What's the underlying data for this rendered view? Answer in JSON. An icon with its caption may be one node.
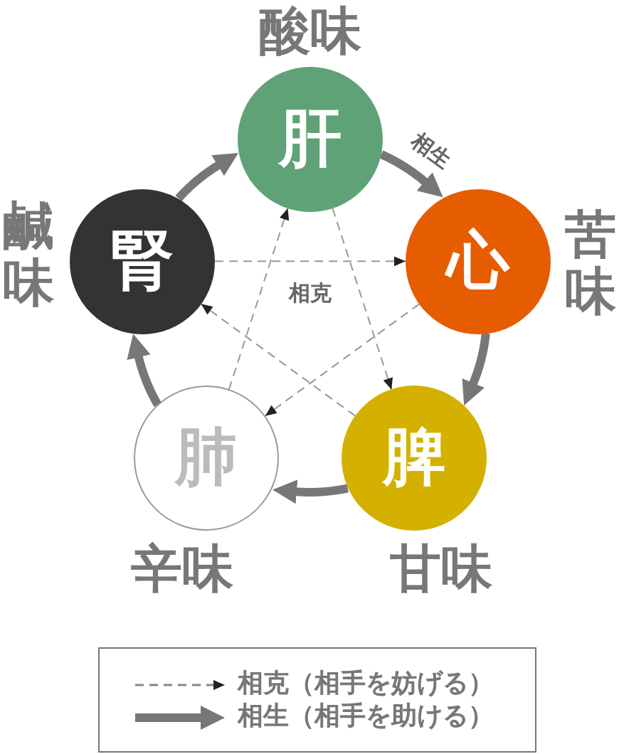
{
  "diagram": {
    "nodes": [
      {
        "text": [
          "肝"
        ],
        "beside": [
          "酸味"
        ]
      },
      {
        "text": [
          "腎"
        ],
        "beside": [
          "鹹味"
        ]
      },
      {
        "text": [
          "心"
        ],
        "beside": [
          "苦味"
        ]
      },
      {
        "text": [
          "肺"
        ],
        "beside": [
          "辛味"
        ]
      },
      {
        "text": [
          "脾"
        ],
        "beside": [
          "甘味"
        ]
      }
    ],
    "edges": [
      {
        "from": 0,
        "to": 2,
        "arrow": "to",
        "style": "thick",
        "label": "相生"
      },
      {
        "from": 2,
        "to": 4,
        "arrow": "to",
        "style": "thick"
      },
      {
        "from": 4,
        "to": 3,
        "arrow": "to",
        "style": "thick"
      },
      {
        "from": 3,
        "to": 1,
        "arrow": "to",
        "style": "thick"
      },
      {
        "from": 1,
        "to": 0,
        "arrow": "to",
        "style": "thick"
      },
      {
        "from": 0,
        "to": 4,
        "arrow": "to",
        "style": "dashed"
      },
      {
        "from": 4,
        "to": 1,
        "arrow": "to",
        "style": "dashed"
      },
      {
        "from": 1,
        "to": 2,
        "arrow": "to",
        "style": "dashed",
        "label": "相克"
      },
      {
        "from": 2,
        "to": 3,
        "arrow": "to",
        "style": "dashed"
      },
      {
        "from": 3,
        "to": 0,
        "arrow": "to",
        "style": "dashed"
      }
    ],
    "legend": [
      {
        "text": "相克（相手を妨げる）"
      },
      {
        "text": "相生（相手を助ける）"
      }
    ]
  }
}
